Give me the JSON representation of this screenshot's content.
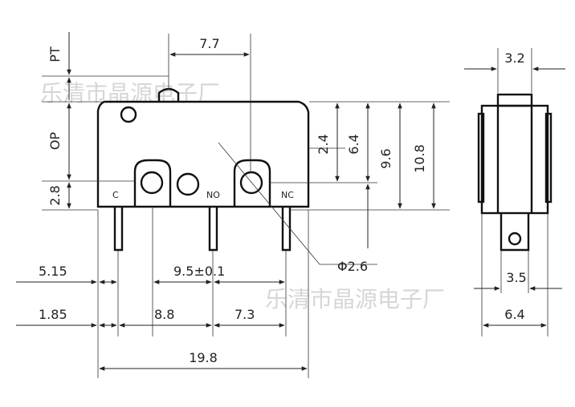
{
  "watermark": "乐清市晶源电子厂",
  "labels": {
    "pt": "PT",
    "op": "OP",
    "d28": "2.8",
    "top_width": "7.7",
    "d24": "2.4",
    "d64": "6.4",
    "d96": "9.6",
    "d108": "10.8",
    "hole": "Φ2.6",
    "d515": "5.15",
    "spacing": "9.5±0.1",
    "d185": "1.85",
    "d88": "8.8",
    "d73": "7.3",
    "total": "19.8",
    "side_top": "3.2",
    "side_35": "3.5",
    "side_64": "6.4"
  },
  "terminals": {
    "c": "C",
    "no": "NO",
    "nc": "NC"
  }
}
